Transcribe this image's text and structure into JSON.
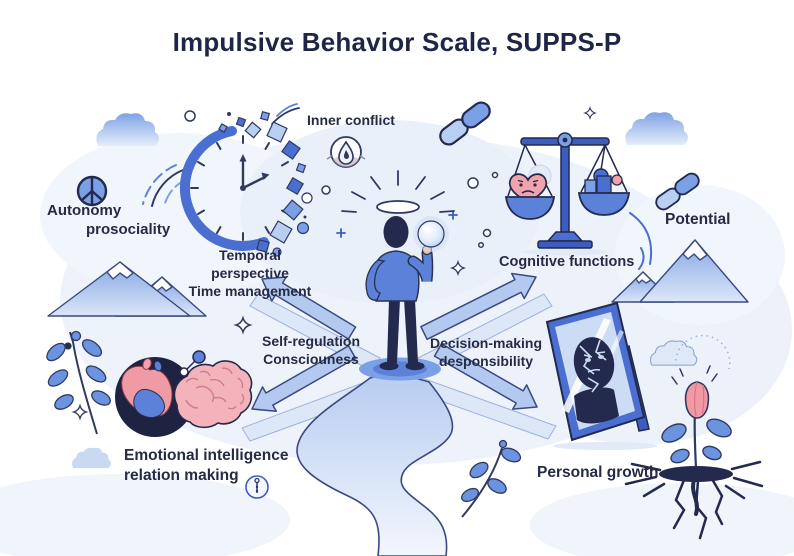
{
  "title": "Impulsive Behavior Scale, SUPPS-P",
  "labels": {
    "inner_conflict": "Inner conflict",
    "temporal_perspective": "Temporal perspective",
    "time_management": "Time management",
    "autonomy": "Autonomy",
    "prosociality": "prosociality",
    "cognitive_functions": "Cognitive functions",
    "potential": "Potential",
    "self_regulation": "Self-regulation",
    "consciousness": "Consciouness",
    "decision_making": "Decision-making",
    "responsibility": "desponsibility",
    "emotional_intelligence": "Emotional intelligence",
    "relation_making": "relation making",
    "personal_growth": "Personal growth"
  },
  "icons": [
    "peace-icon",
    "cloud-icon",
    "disintegrating-clock-icon",
    "inner-conflict-droplet-icon",
    "chain-links-icon",
    "balance-scale-icon",
    "mountains-icon",
    "sparkle-icon",
    "halo-icon",
    "glowing-orb-icon",
    "crossroads-path-icon",
    "direction-arrow-icon",
    "heart-brain-icon",
    "molecule-icon",
    "broken-mirror-icon",
    "flower-from-cracked-ground-icon",
    "leaf-branch-icon",
    "sprout-circle-icon"
  ],
  "colors": {
    "title_text": "#1f2546",
    "label_text": "#262b45",
    "primary_blue": "#4a6fd0",
    "mid_blue": "#7ba0e6",
    "light_blue": "#b9cff2",
    "navy": "#232a4d",
    "pink": "#f2a2aa",
    "background": "#ffffff"
  }
}
